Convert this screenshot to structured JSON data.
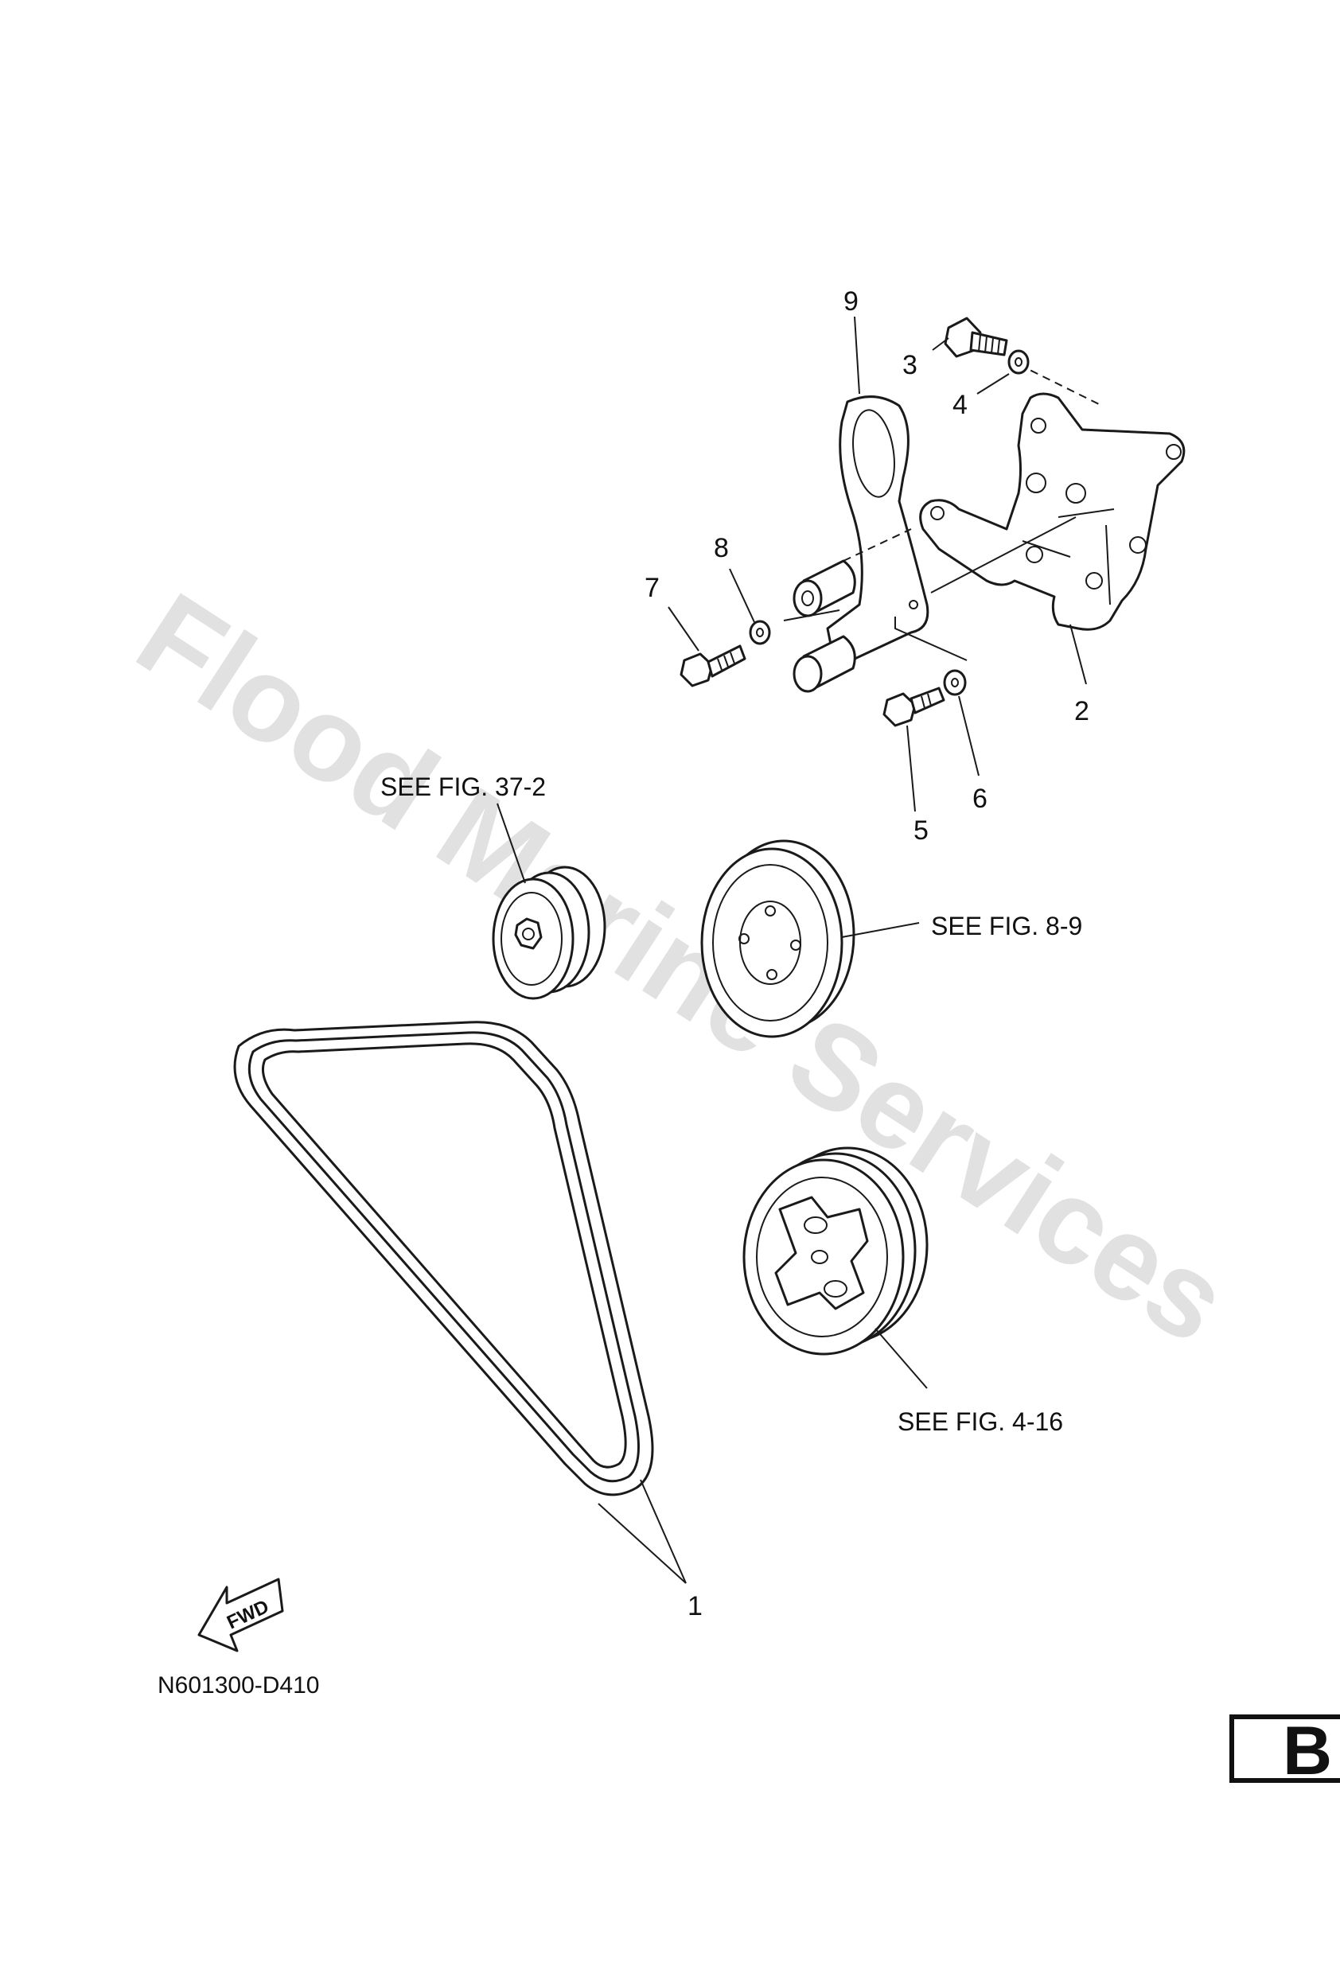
{
  "watermark": "Flood Marine Services",
  "callouts": {
    "p1": "1",
    "p2": "2",
    "p3": "3",
    "p4": "4",
    "p5": "5",
    "p6": "6",
    "p7": "7",
    "p8": "8",
    "p9": "9"
  },
  "refs": {
    "fig_37_2": "SEE FIG. 37-2",
    "fig_8_9": "SEE FIG. 8-9",
    "fig_4_16": "SEE FIG. 4-16"
  },
  "fwd_label": "FWD",
  "drawing_code": "N601300-D410",
  "section_letter": "B"
}
